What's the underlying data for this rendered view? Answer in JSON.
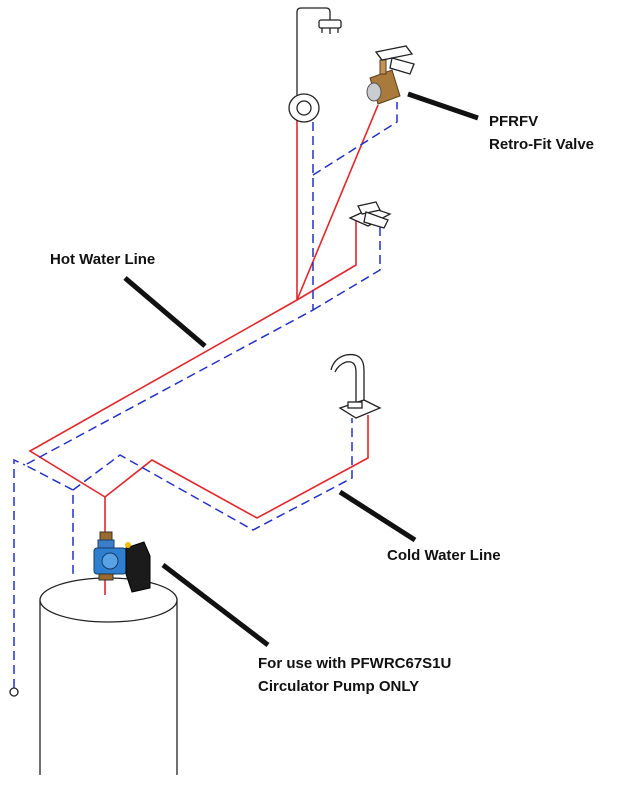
{
  "labels": {
    "valve_line1": "PFRFV",
    "valve_line2": "Retro-Fit Valve",
    "hot": "Hot Water Line",
    "cold": "Cold Water Line",
    "pump_line1": "For use with PFWRC67S1U",
    "pump_line2": "Circulator Pump ONLY"
  },
  "colors": {
    "hot_line": "#e3262b",
    "cold_line": "#2232c8",
    "pump_body": "#2e7fd0",
    "valve_body": "#a87a3c"
  }
}
